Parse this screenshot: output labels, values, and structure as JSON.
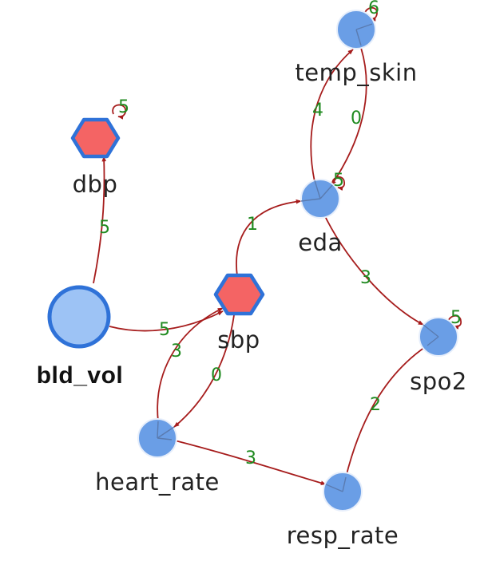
{
  "nodes": {
    "temp_skin": {
      "label": "temp_skin",
      "color": "#6a9ee6"
    },
    "dbp": {
      "label": "dbp",
      "color": "#f46464"
    },
    "eda": {
      "label": "eda",
      "color": "#6a9ee6"
    },
    "sbp": {
      "label": "sbp",
      "color": "#f46464"
    },
    "bld_vol": {
      "label": "bld_vol",
      "color": "#9dc3f5"
    },
    "spo2": {
      "label": "spo2",
      "color": "#6a9ee6"
    },
    "heart_rate": {
      "label": "heart_rate",
      "color": "#6a9ee6"
    },
    "resp_rate": {
      "label": "resp_rate",
      "color": "#6a9ee6"
    }
  },
  "edges": {
    "temp_skin_self": "6",
    "dbp_self": "5",
    "eda_self": "5",
    "spo2_self": "5",
    "bld_vol_dbp": "5",
    "bld_vol_sbp": "5",
    "sbp_eda": "1",
    "eda_temp_skin": "4",
    "temp_skin_eda": "0",
    "eda_spo2": "3",
    "sbp_heart_rate": "0",
    "heart_rate_sbp": "3",
    "heart_rate_resp_rate": "3",
    "resp_rate_spo2": "2"
  },
  "colors": {
    "edge": "#a61c1c",
    "weight": "#1f8a1f",
    "node_border": "#2f72d8"
  }
}
